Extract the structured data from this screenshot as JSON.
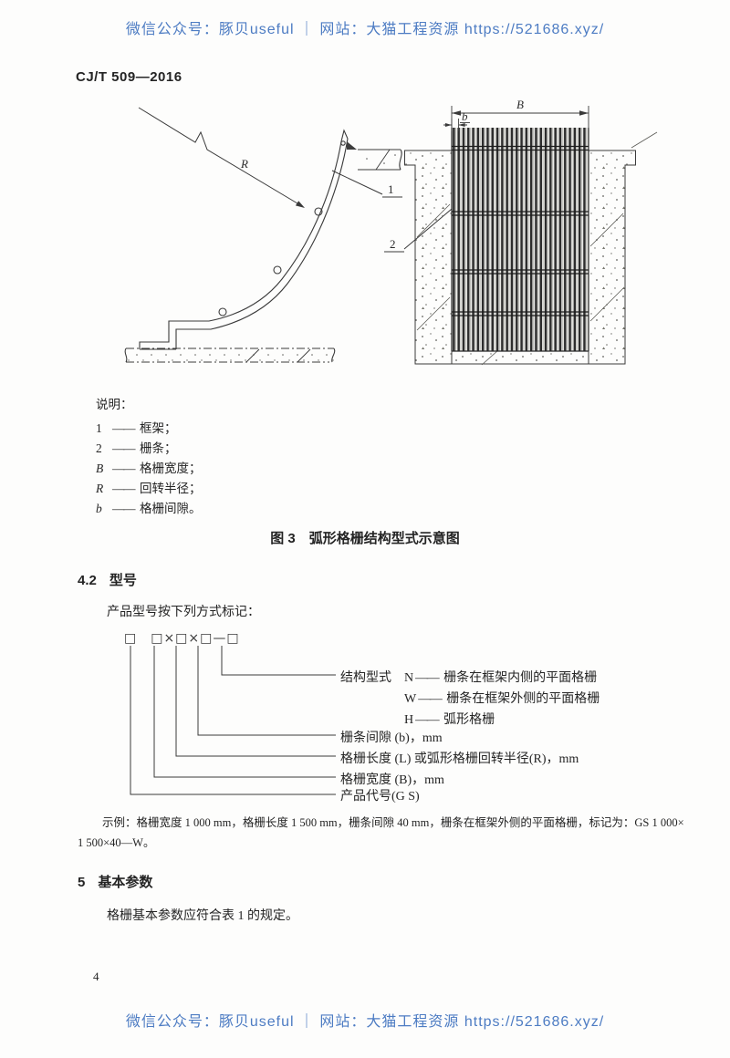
{
  "watermark": {
    "text": "微信公众号：豚贝useful ｜ 网站：大猫工程资源 https://521686.xyz/",
    "color": "#4d7cc3"
  },
  "header": {
    "doc_number": "CJ/T 509—2016"
  },
  "figure": {
    "caption": "图 3　弧形格栅结构型式示意图",
    "em_dash": "——",
    "labels": {
      "radius": "R",
      "frame": "1",
      "bars": "2",
      "width": "B",
      "gap": "b"
    },
    "legend_title": "说明：",
    "legend": [
      {
        "symbol": "1",
        "desc": "框架；"
      },
      {
        "symbol": "2",
        "desc": "栅条；"
      },
      {
        "symbol": "B",
        "desc": "格栅宽度；"
      },
      {
        "symbol": "R",
        "desc": "回转半径；"
      },
      {
        "symbol": "b",
        "desc": "格栅间隙。"
      }
    ]
  },
  "section_model": {
    "number": "4.2",
    "title": "型号",
    "intro": "产品型号按下列方式标记：",
    "designation_boxes": "□　□×□×□—□",
    "structure_type_label": "结构型式",
    "structure_types": [
      {
        "code": "N",
        "desc": "栅条在框架内侧的平面格栅"
      },
      {
        "code": "W",
        "desc": "栅条在框架外侧的平面格栅"
      },
      {
        "code": "H",
        "desc": "弧形格栅"
      }
    ],
    "params": [
      "栅条间隙 (b)，mm",
      "格栅长度 (L) 或弧形格栅回转半径(R)，mm",
      "格栅宽度 (B)，mm",
      "产品代号(G S)"
    ],
    "example_line1": "示例：格栅宽度 1 000 mm，格栅长度 1 500 mm，栅条间隙 40 mm，栅条在框架外侧的平面格栅，标记为：GS 1 000×",
    "example_line2": "1 500×40—W。"
  },
  "section_params": {
    "number": "5",
    "title": "基本参数",
    "body": "格栅基本参数应符合表 1 的规定。"
  },
  "footer": {
    "page_number": "4"
  }
}
